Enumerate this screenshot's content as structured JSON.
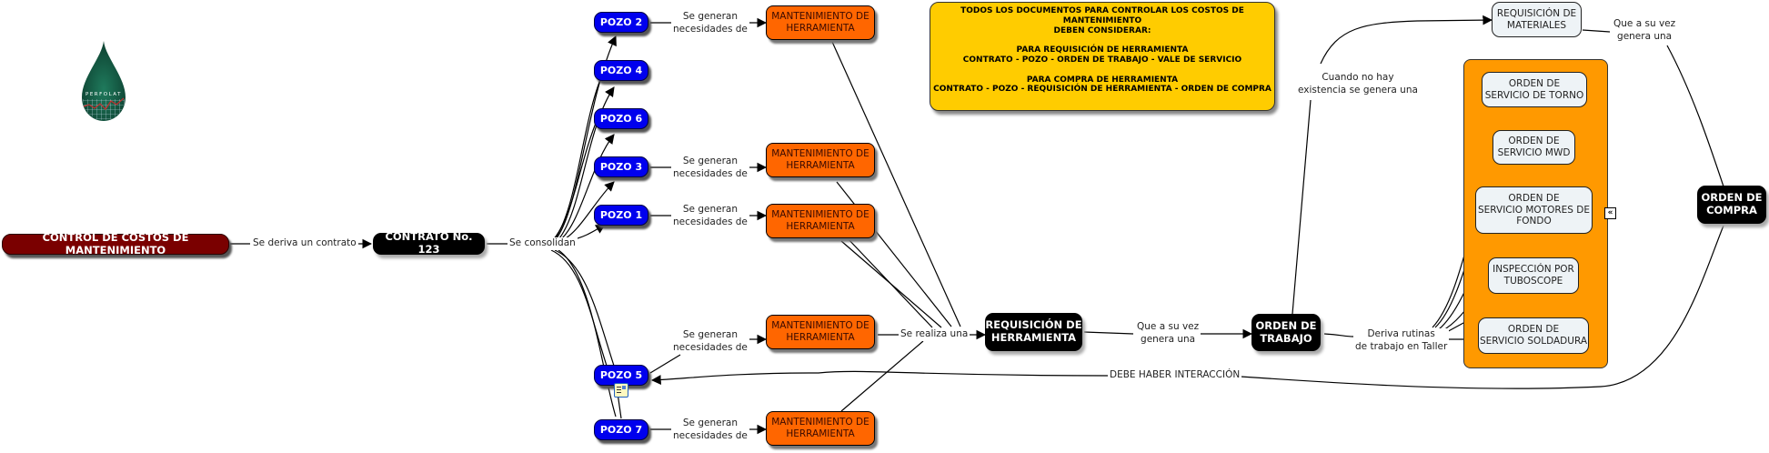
{
  "logo": {
    "text": "PERFOLAT",
    "icon": "oil-drop-logo"
  },
  "nodes": {
    "root": "CONTROL DE COSTOS DE MANTENIMIENTO",
    "contrato": "CONTRATO No. 123",
    "pozos": [
      "POZO 2",
      "POZO 4",
      "POZO 6",
      "POZO 3",
      "POZO 1",
      "POZO 5",
      "POZO 7"
    ],
    "mantenimiento": [
      "MANTENIMIENTO DE\nHERRAMIENTA",
      "MANTENIMIENTO DE\nHERRAMIENTA",
      "MANTENIMIENTO DE\nHERRAMIENTA",
      "MANTENIMIENTO DE\nHERRAMIENTA",
      "MANTENIMIENTO DE\nHERRAMIENTA"
    ],
    "requisicion_herramienta": "REQUISICIÓN DE\nHERRAMIENTA",
    "orden_trabajo": "ORDEN DE\nTRABAJO",
    "requisicion_materiales": "REQUISICIÓN DE\nMATERIALES",
    "orden_compra": "ORDEN DE\nCOMPRA",
    "taller": [
      "ORDEN DE\nSERVICIO DE TORNO",
      "ORDEN DE\nSERVICIO MWD",
      "ORDEN DE\nSERVICIO MOTORES DE\nFONDO",
      "INSPECCIÓN POR\nTUBOSCOPE",
      "ORDEN DE\nSERVICIO SOLDADURA"
    ],
    "note": "TODOS LOS DOCUMENTOS PARA CONTROLAR LOS COSTOS DE MANTENIMIENTO\nDEBEN CONSIDERAR:\n\nPARA REQUISICIÓN DE HERRAMIENTA\nCONTRATO - POZO - ORDEN DE TRABAJO - VALE DE SERVICIO\n\nPARA COMPRA DE HERRAMIENTA\nCONTRATO - POZO - REQUISICIÓN DE HERRAMIENTA - ORDEN DE COMPRA"
  },
  "labels": {
    "deriva_contrato": "Se deriva un contrato",
    "consolidan": "Se consolidan",
    "generan": "Se generan\nnecesidades de",
    "realiza": "Se realiza una",
    "genera_una": "Que a su vez\ngenera una",
    "no_existencia": "Cuando no hay\nexistencia se genera una",
    "genera_una_2": "Que a su vez\ngenera una",
    "deriva_rutinas": "Deriva rutinas\nde trabajo en Taller",
    "interaccion": "DEBE HABER INTERACCIÓN"
  },
  "icons": {
    "collapse": "«",
    "attachment": "note-attachment-icon"
  },
  "colors": {
    "root": "#7a0000",
    "pozo": "#0000ee",
    "mantenimiento": "#ff6600",
    "note": "#ffcc00",
    "group": "#ff9900",
    "black_node": "#000000",
    "light_node": "#eef3f6"
  }
}
